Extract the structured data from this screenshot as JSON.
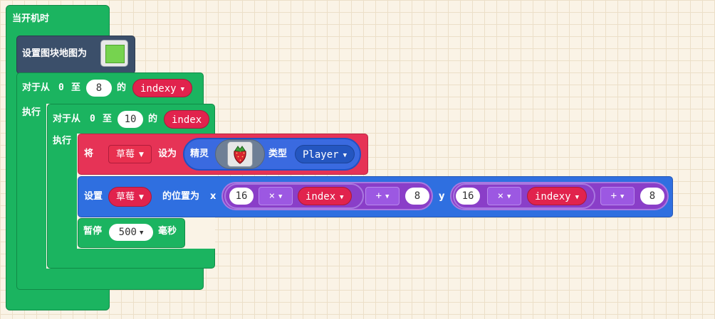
{
  "colors": {
    "events": "#1bb460",
    "scene": "#3b4f6a",
    "sprites": "#e63356",
    "position": "#2f6fe0",
    "math": "#8a3ec8",
    "variable": "#e1234d"
  },
  "on_start": {
    "label": "当开机时"
  },
  "set_tilemap": {
    "label": "设置图块地图为",
    "thumbnail_icon": "tilemap-thumbnail-icon"
  },
  "outer_loop": {
    "prefix": "对于从",
    "from": "0",
    "to_label": "至",
    "to": "8",
    "of_label": "的",
    "var": "indexy",
    "do_label": "执行"
  },
  "inner_loop": {
    "prefix": "对于从",
    "from": "0",
    "to_label": "至",
    "to": "10",
    "of_label": "的",
    "var": "index",
    "do_label": "执行"
  },
  "set_sprite": {
    "label": "将",
    "var": "草莓",
    "set_label": "设为",
    "sprite_label": "精灵",
    "image_icon": "strawberry-icon",
    "kind_label": "类型",
    "kind": "Player"
  },
  "set_position": {
    "label": "设置",
    "var": "草莓",
    "pos_label": "的位置为",
    "x_label": "x",
    "y_label": "y",
    "x_expr": {
      "a": "16",
      "op": "×",
      "var": "index",
      "plus": "+",
      "b": "8"
    },
    "y_expr": {
      "a": "16",
      "op": "×",
      "var": "indexy",
      "plus": "+",
      "b": "8"
    }
  },
  "pause": {
    "label": "暂停",
    "value": "500",
    "unit": "毫秒"
  }
}
